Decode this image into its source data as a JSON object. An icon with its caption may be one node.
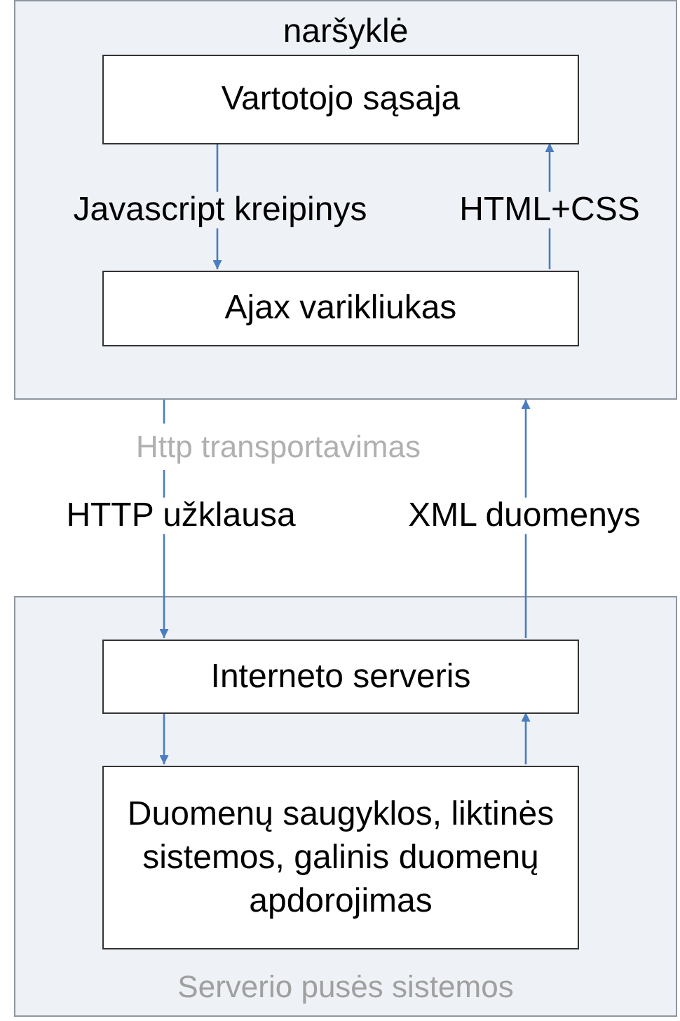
{
  "diagram": {
    "nodes": [
      {
        "text": [
          "naršyklė"
        ]
      },
      {
        "text": [
          "Vartotojo sąsaja"
        ],
        "in": 0
      },
      {
        "text": [
          "Ajax varikliukas"
        ],
        "in": 0
      },
      {
        "text": [
          "Serverio pusės sistemos"
        ]
      },
      {
        "text": [
          "Interneto serveris"
        ],
        "in": 3
      },
      {
        "text": [
          "Duomenų saugyklos, liktinės sistemos, galinis duomenų apdorojimas"
        ],
        "in": 3
      }
    ],
    "edges": [
      {
        "from": 1,
        "to": 2,
        "arrow": "to",
        "label": "Javascript kreipinys"
      },
      {
        "from": 2,
        "to": 1,
        "arrow": "to",
        "label": "HTML+CSS"
      },
      {
        "from": 0,
        "to": 4,
        "arrow": "to",
        "label": "HTTP užklausa"
      },
      {
        "from": 4,
        "to": 0,
        "arrow": "to",
        "label": "XML duomenys"
      },
      {
        "from": 4,
        "to": 5,
        "arrow": "to"
      },
      {
        "from": 5,
        "to": 4,
        "arrow": "to"
      }
    ],
    "labels": [
      "Http transportavimas"
    ]
  }
}
